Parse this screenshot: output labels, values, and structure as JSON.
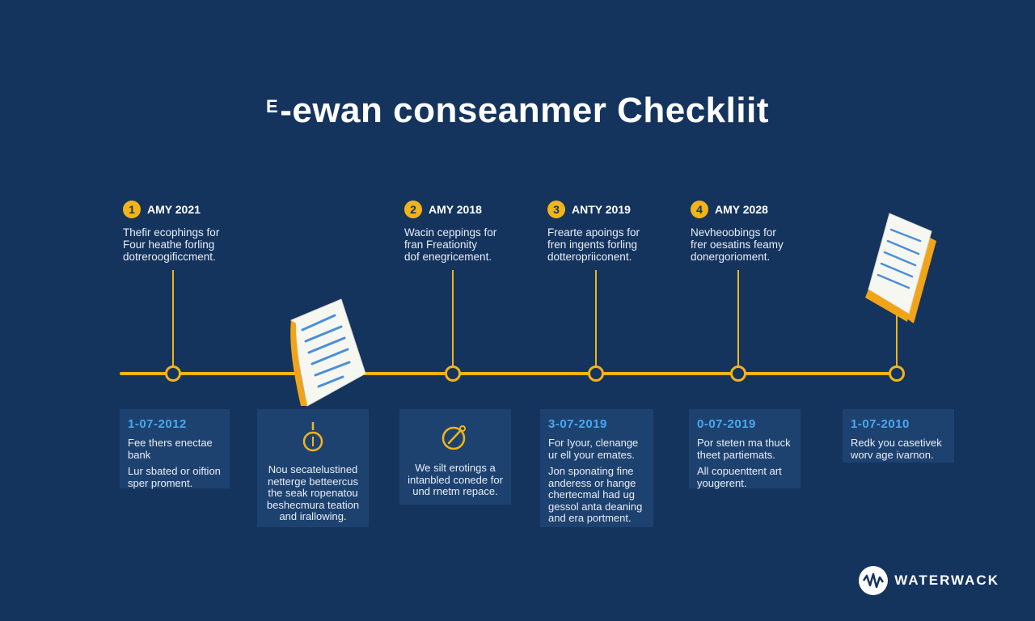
{
  "title": {
    "prefix": "E",
    "text": "-ewan conseanmer Checkliit"
  },
  "milestones": [
    {
      "num": "1",
      "date": "AMY 2021",
      "lines": [
        "Thefir ecophings for",
        "Four heathe forling",
        "dotreroogificcment."
      ]
    },
    {
      "num": "2",
      "date": "AMY 2018",
      "lines": [
        "Wacin ceppings for",
        "fran Freationity",
        "dof enegricement."
      ]
    },
    {
      "num": "3",
      "date": "ANTY 2019",
      "lines": [
        "Frearte apoings for",
        "fren ingents forling",
        "dotteropriiconent."
      ]
    },
    {
      "num": "4",
      "date": "AMY 2028",
      "lines": [
        "Nevheoobings for",
        "frer oesatins feamy",
        "donergorioment."
      ]
    }
  ],
  "cards": [
    {
      "date": "1-07-2012",
      "paras": [
        "Fee thers enectae bank",
        "Lur sbated or oiftion sper proment."
      ]
    },
    {
      "date": "",
      "paras": [
        "Nou secatelustined netterge betteercus the seak ropenatou beshecmura teation and irallowing."
      ]
    },
    {
      "date": "",
      "paras": [
        "We silt erotings a intanbled conede for und rnetm repace."
      ]
    },
    {
      "date": "3-07-2019",
      "paras": [
        "For Iyour, clenange ur ell your emates.",
        "Jon sponating fine anderess or hange chertecmal had ug gessol anta deaning and era portment."
      ]
    },
    {
      "date": "0-07-2019",
      "paras": [
        "Por steten ma thuck theet partiemats.",
        "All copuenttent art yougerent."
      ]
    },
    {
      "date": "1-07-2010",
      "paras": [
        "Redk you casetivek worv age ivarnon."
      ]
    }
  ],
  "brand": {
    "name": "WATERWACK"
  },
  "colors": {
    "background": "#14345e",
    "accent": "#f2b418",
    "card": "#1e4270",
    "date": "#4aa8ee"
  }
}
